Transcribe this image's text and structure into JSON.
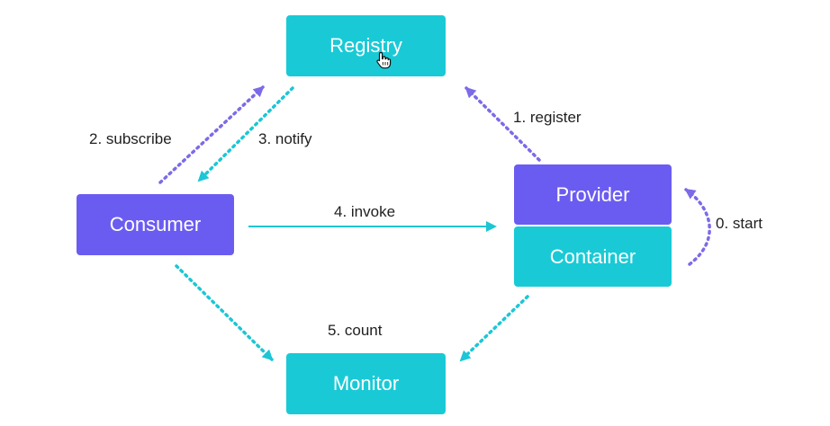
{
  "colors": {
    "teal": "#19cad6",
    "purple": "#6b5cf1",
    "dotted_purple": "#7b6be8",
    "dotted_teal": "#1cc6d4",
    "text": "#1f1f1f"
  },
  "nodes": {
    "registry": "Registry",
    "consumer": "Consumer",
    "provider": "Provider",
    "container": "Container",
    "monitor": "Monitor"
  },
  "edges": {
    "start": "0. start",
    "register": "1. register",
    "subscribe": "2. subscribe",
    "notify": "3. notify",
    "invoke": "4. invoke",
    "count": "5. count"
  },
  "icons": {
    "cursor": "hand-pointer-icon"
  }
}
